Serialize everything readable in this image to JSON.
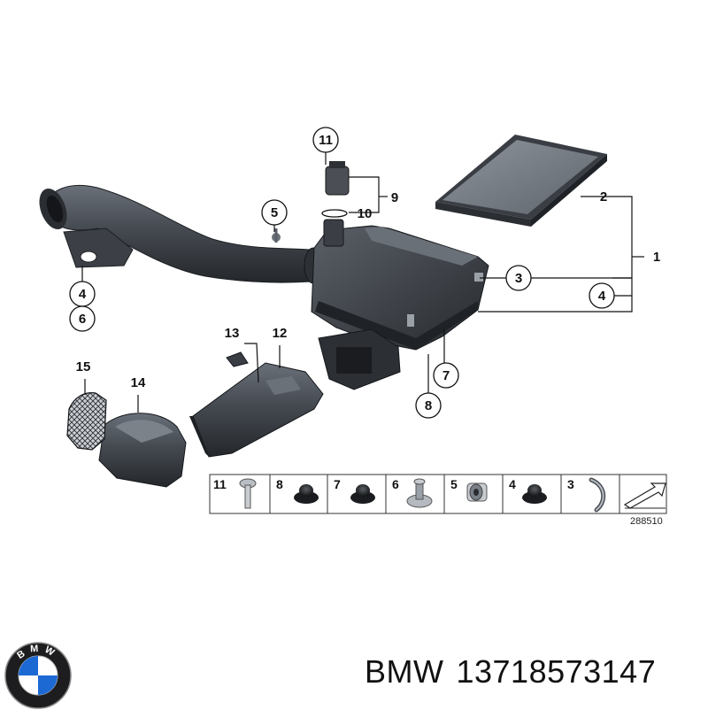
{
  "callouts": {
    "c11": "11",
    "c9": "9",
    "c10": "10",
    "c5": "5",
    "c2": "2",
    "c1": "1",
    "c3": "3",
    "c4r": "4",
    "c4l": "4",
    "c6": "6",
    "c7": "7",
    "c8": "8",
    "c13": "13",
    "c12": "12",
    "c15": "15",
    "c14": "14"
  },
  "legend_strip": {
    "cells": [
      {
        "label": "11",
        "part": "bolt"
      },
      {
        "label": "8",
        "part": "grommet"
      },
      {
        "label": "7",
        "part": "grommet"
      },
      {
        "label": "6",
        "part": "mount"
      },
      {
        "label": "5",
        "part": "bushing"
      },
      {
        "label": "4",
        "part": "grommet"
      },
      {
        "label": "3",
        "part": "clip"
      }
    ],
    "reference_number": "288510"
  },
  "brand": {
    "name": "BMW",
    "part_number": "13718573147",
    "logo_letters": "BMW"
  },
  "colors": {
    "part_dark": "#2f3237",
    "part_mid": "#4a4e55",
    "part_light": "#7d838b",
    "line": "#111111"
  }
}
